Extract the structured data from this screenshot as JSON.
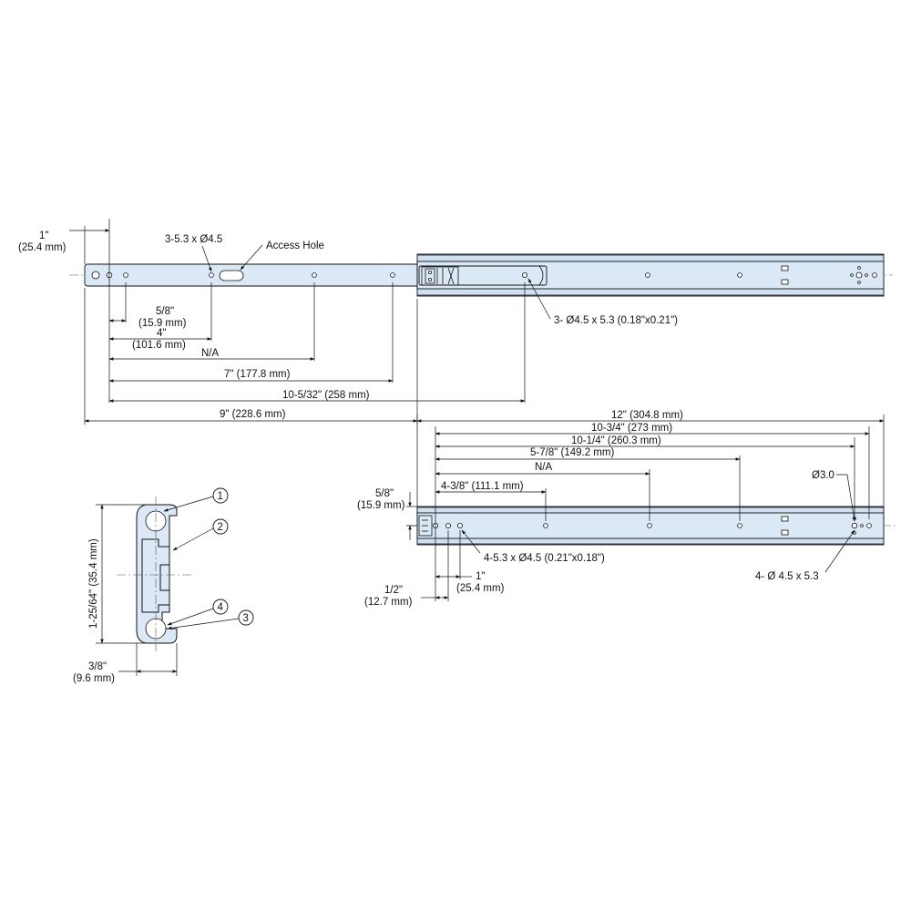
{
  "colors": {
    "rail_fill": "#dbe9f6",
    "line": "#111111"
  },
  "top_rail": {
    "dim_1in": "1\"",
    "dim_1in_mm": "(25.4 mm)",
    "hole_spec_1": "3-5.3 x Ø4.5",
    "access_hole": "Access Hole",
    "dim_5_8": "5/8\"",
    "dim_5_8_mm": "(15.9 mm)",
    "dim_4in": "4\"",
    "dim_4in_mm": "(101.6 mm)",
    "dim_na": "N/A",
    "dim_7in": "7\" (177.8 mm)",
    "dim_10_5_32": "10-5/32\" (258 mm)",
    "dim_9in": "9\" (228.6 mm)",
    "hole_spec_2": "3- Ø4.5 x 5.3 (0.18\"x0.21\")"
  },
  "bottom_rail": {
    "dim_12in": "12\" (304.8 mm)",
    "dim_10_3_4": "10-3/4\" (273 mm)",
    "dim_10_1_4": "10-1/4\" (260.3 mm)",
    "dim_5_7_8": "5-7/8\" (149.2 mm)",
    "dim_na": "N/A",
    "dim_4_3_8": "4-3/8\" (111.1 mm)",
    "dim_phi3": "Ø3.0",
    "dim_5_8": "5/8\"",
    "dim_5_8_mm": "(15.9 mm)",
    "hole_spec_1": "4-5.3 x Ø4.5 (0.21\"x0.18\")",
    "hole_spec_2": "4- Ø 4.5 x 5.3",
    "dim_1in": "1\"",
    "dim_1in_mm": "(25.4 mm)",
    "dim_1_2": "1/2\"",
    "dim_1_2_mm": "(12.7 mm)"
  },
  "profile": {
    "height": "1-25/64\" (35.4 mm)",
    "width": "3/8\"",
    "width_mm": "(9.6 mm)",
    "callouts": [
      "1",
      "2",
      "4",
      "3"
    ]
  }
}
